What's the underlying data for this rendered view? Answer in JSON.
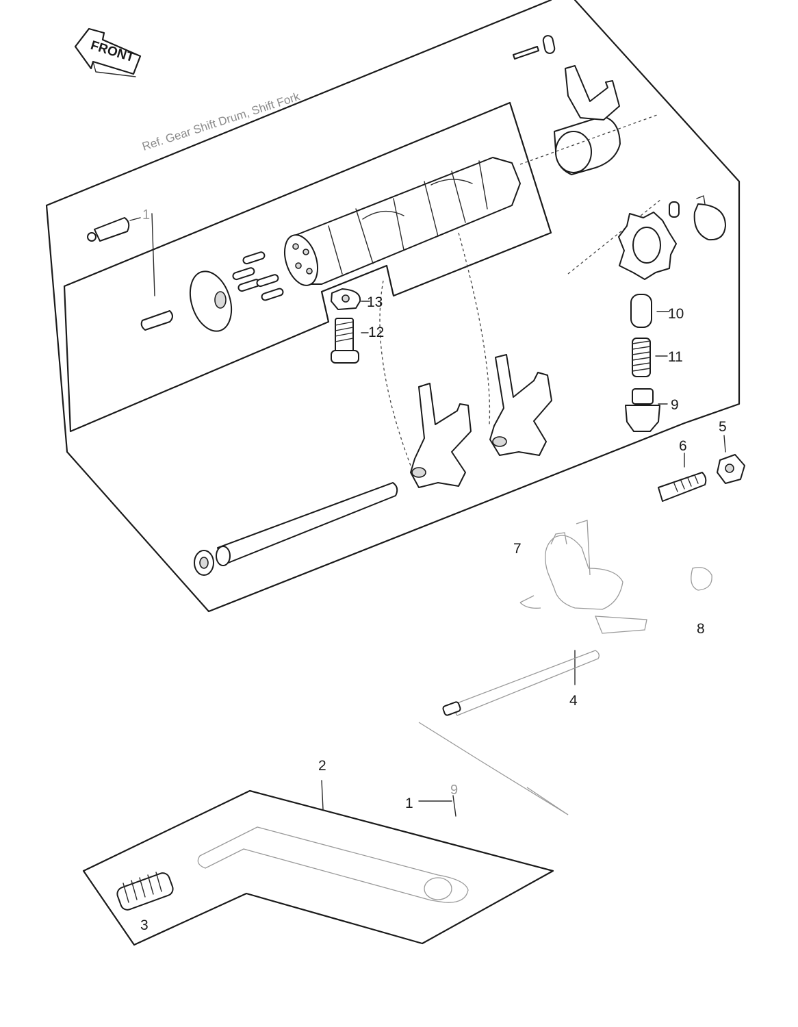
{
  "front_badge": "FRONT",
  "ref_note": "Ref. Gear Shift Drum, Shift Fork",
  "callouts": {
    "c1_top": "1",
    "c2": "2",
    "c3": "3",
    "c4": "4",
    "c5": "5",
    "c6": "6",
    "c7": "7",
    "c8": "8",
    "c9": "9",
    "c10": "10",
    "c11": "11",
    "c12": "12",
    "c13": "13",
    "c1_lower": "1",
    "c9_lower": "9"
  },
  "icons": {
    "front_arrow": "front-arrow-icon"
  }
}
